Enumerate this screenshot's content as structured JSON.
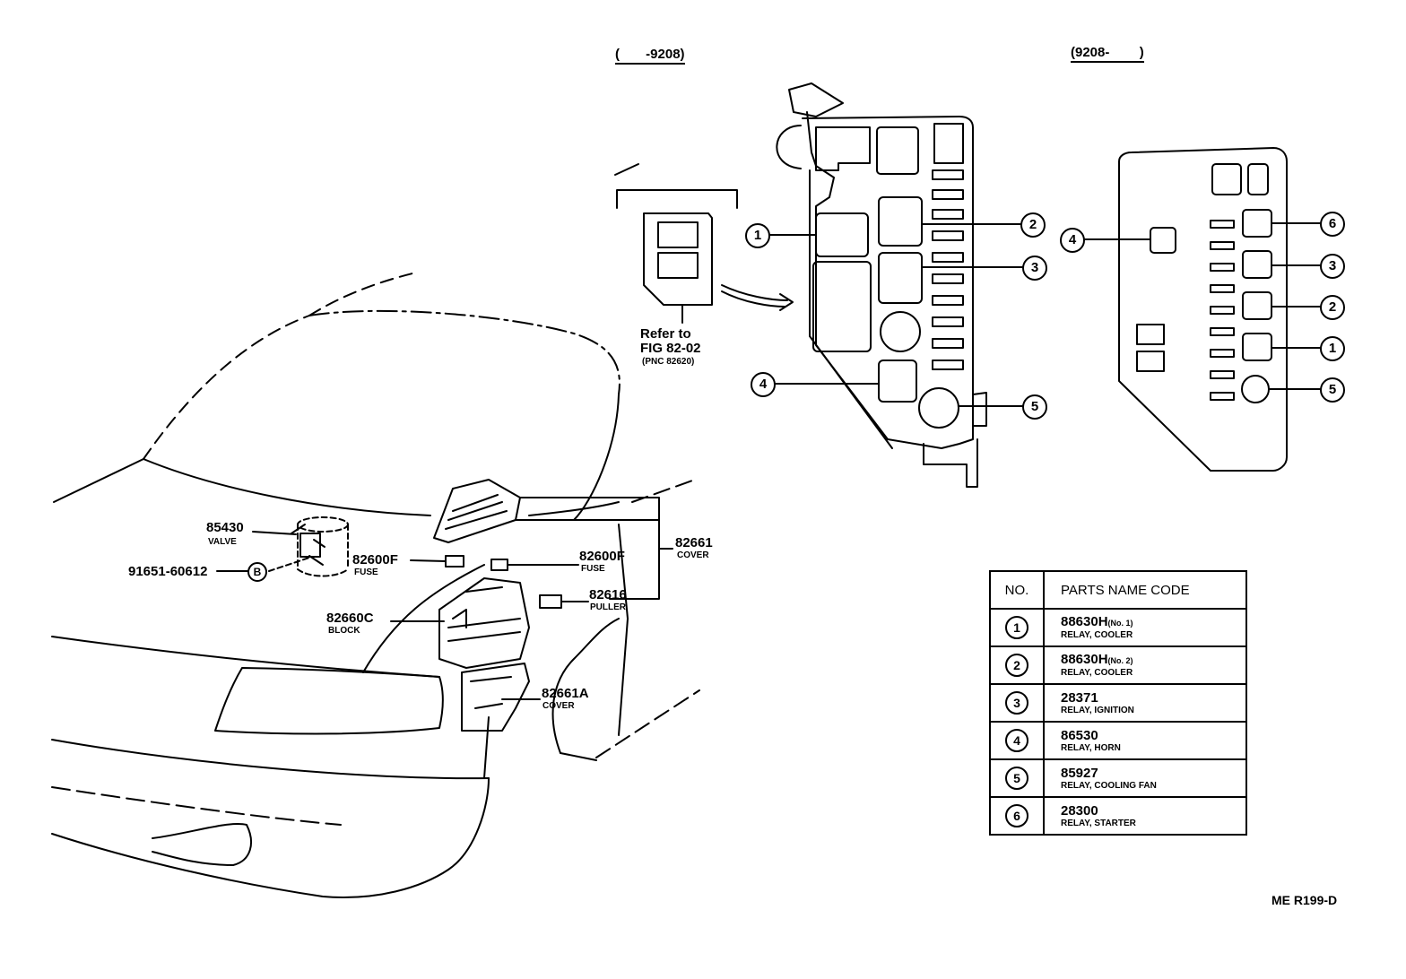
{
  "periods": {
    "left": "(       -9208)",
    "right": "(9208-        )"
  },
  "refer": {
    "line1": "Refer to",
    "line2": "FIG 82-02",
    "line3": "(PNC 82620)"
  },
  "parts": [
    {
      "code": "85430",
      "name": "VALVE"
    },
    {
      "code": "91651-60612",
      "name": ""
    },
    {
      "code": "82600F",
      "name": "FUSE"
    },
    {
      "code": "82600F",
      "name": "FUSE"
    },
    {
      "code": "82661",
      "name": "COVER"
    },
    {
      "code": "82616",
      "name": "PULLER"
    },
    {
      "code": "82660C",
      "name": "BLOCK"
    },
    {
      "code": "82661A",
      "name": "COVER"
    }
  ],
  "bolt_marker": "B",
  "callout_numbers": [
    "1",
    "2",
    "3",
    "4",
    "5",
    "6"
  ],
  "table": {
    "headers": {
      "no": "NO.",
      "name": "PARTS NAME CODE"
    },
    "rows": [
      {
        "no": "1",
        "code": "88630H",
        "sub": "(No. 1)",
        "name": "RELAY, COOLER"
      },
      {
        "no": "2",
        "code": "88630H",
        "sub": "(No. 2)",
        "name": "RELAY, COOLER"
      },
      {
        "no": "3",
        "code": "28371",
        "sub": "",
        "name": "RELAY, IGNITION"
      },
      {
        "no": "4",
        "code": "86530",
        "sub": "",
        "name": "RELAY, HORN"
      },
      {
        "no": "5",
        "code": "85927",
        "sub": "",
        "name": "RELAY, COOLING FAN"
      },
      {
        "no": "6",
        "code": "28300",
        "sub": "",
        "name": "RELAY, STARTER"
      }
    ]
  },
  "figure_id": "ME R199-D"
}
